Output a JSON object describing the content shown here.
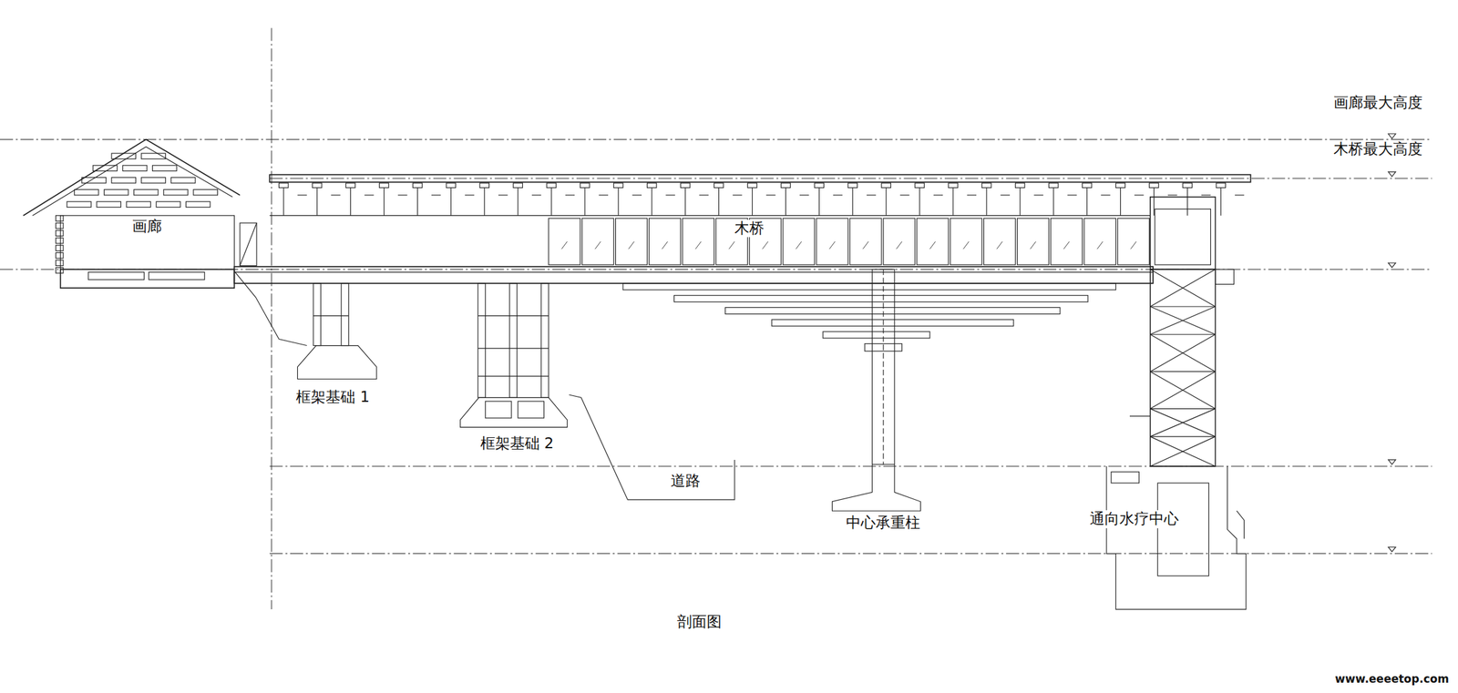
{
  "diagram": {
    "caption": "剖面图",
    "labels": [
      "画廊最大高度",
      "木桥最大高度",
      "画廊",
      "木桥",
      "框架基础 1",
      "框架基础 2",
      "道路",
      "中心承重柱",
      "通向水疗中心",
      "www.eeeetop.com"
    ]
  }
}
